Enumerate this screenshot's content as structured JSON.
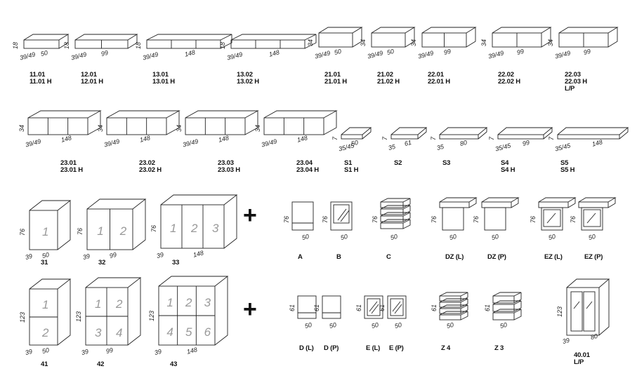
{
  "row1": [
    {
      "id": "m-11-01",
      "codes": [
        "11.01",
        "11.01 H"
      ],
      "h": "18",
      "d": "39/49",
      "w": "50"
    },
    {
      "id": "m-12-01",
      "codes": [
        "12.01",
        "12.01 H"
      ],
      "h": "18",
      "d": "39/49",
      "w": "99"
    },
    {
      "id": "m-13-01",
      "codes": [
        "13.01",
        "13.01 H"
      ],
      "h": "18",
      "d": "39/49",
      "w": "148"
    },
    {
      "id": "m-13-02",
      "codes": [
        "13.02",
        "13.02 H"
      ],
      "h": "18",
      "d": "39/49",
      "w": "148"
    },
    {
      "id": "m-21-01",
      "codes": [
        "21.01",
        "21.01 H"
      ],
      "h": "34",
      "d": "39/49",
      "w": "50"
    },
    {
      "id": "m-21-02",
      "codes": [
        "21.02",
        "21.02 H"
      ],
      "h": "34",
      "d": "39/49",
      "w": "50"
    },
    {
      "id": "m-22-01",
      "codes": [
        "22.01",
        "22.01 H"
      ],
      "h": "34",
      "d": "39/49",
      "w": "99"
    },
    {
      "id": "m-22-02",
      "codes": [
        "22.02",
        "22.02 H"
      ],
      "h": "34",
      "d": "39/49",
      "w": "99"
    },
    {
      "id": "m-22-03",
      "codes": [
        "22.03",
        "22.03 H",
        "L/P"
      ],
      "h": "34",
      "d": "39/49",
      "w": "99"
    }
  ],
  "row2": [
    {
      "id": "m-23-01",
      "codes": [
        "23.01",
        "23.01 H"
      ],
      "h": "34",
      "d": "39/49",
      "w": "148"
    },
    {
      "id": "m-23-02",
      "codes": [
        "23.02",
        "23.02 H"
      ],
      "h": "34",
      "d": "39/49",
      "w": "148"
    },
    {
      "id": "m-23-03",
      "codes": [
        "23.03",
        "23.03 H"
      ],
      "h": "34",
      "d": "39/49",
      "w": "148"
    },
    {
      "id": "m-23-04",
      "codes": [
        "23.04",
        "23.04 H"
      ],
      "h": "34",
      "d": "39/49",
      "w": "148"
    },
    {
      "id": "s-1",
      "codes": [
        "S1",
        "S1 H"
      ],
      "h": "7",
      "d": "35/45",
      "w": "50"
    },
    {
      "id": "s-2",
      "codes": [
        "S2"
      ],
      "h": "7",
      "d": "35",
      "w": "61"
    },
    {
      "id": "s-3",
      "codes": [
        "S3"
      ],
      "h": "7",
      "d": "35",
      "w": "80"
    },
    {
      "id": "s-4",
      "codes": [
        "S4",
        "S4 H"
      ],
      "h": "7",
      "d": "35/45",
      "w": "99"
    },
    {
      "id": "s-5",
      "codes": [
        "S5",
        "S5 H"
      ],
      "h": "7",
      "d": "35/45",
      "w": "148"
    }
  ],
  "row3_units": [
    {
      "id": "u-31",
      "code": "31",
      "h": "76",
      "d": "39",
      "w": "50",
      "cells": [
        "1"
      ]
    },
    {
      "id": "u-32",
      "code": "32",
      "h": "76",
      "d": "39",
      "w": "99",
      "cells": [
        "1",
        "2"
      ]
    },
    {
      "id": "u-33",
      "code": "33",
      "h": "76",
      "d": "39",
      "w": "148",
      "cells": [
        "1",
        "2",
        "3"
      ]
    }
  ],
  "row3_fronts": [
    {
      "id": "f-a",
      "code": "A",
      "h": "76",
      "w": "50"
    },
    {
      "id": "f-b",
      "code": "B",
      "h": "76",
      "w": "50"
    },
    {
      "id": "f-c",
      "code": "C",
      "h": "76",
      "w": "50"
    },
    {
      "id": "f-dz-l",
      "code": "DZ (L)",
      "h": "76",
      "w": "50"
    },
    {
      "id": "f-dz-p",
      "code": "DZ (P)",
      "h": "76",
      "w": "50"
    },
    {
      "id": "f-ez-l",
      "code": "EZ (L)",
      "h": "76",
      "w": "50"
    },
    {
      "id": "f-ez-p",
      "code": "EZ (P)",
      "h": "76",
      "w": "50"
    }
  ],
  "row4_units": [
    {
      "id": "u-41",
      "code": "41",
      "h": "123",
      "d": "39",
      "w": "50",
      "cells": [
        "1",
        "2"
      ]
    },
    {
      "id": "u-42",
      "code": "42",
      "h": "123",
      "d": "39",
      "w": "99",
      "cells": [
        "1",
        "2",
        "3",
        "4"
      ]
    },
    {
      "id": "u-43",
      "code": "43",
      "h": "123",
      "d": "39",
      "w": "148",
      "cells": [
        "1",
        "2",
        "3",
        "4",
        "5",
        "6"
      ]
    }
  ],
  "row4_fronts": [
    {
      "id": "f-d-l",
      "code": "D (L)",
      "h": "61",
      "w": "50"
    },
    {
      "id": "f-d-p",
      "code": "D (P)",
      "h": "61",
      "w": "50"
    },
    {
      "id": "f-e-l",
      "code": "E (L)",
      "h": "61",
      "w": "50"
    },
    {
      "id": "f-e-p",
      "code": "E (P)",
      "h": "61",
      "w": "50"
    },
    {
      "id": "f-z4",
      "code": "Z 4",
      "h": "61",
      "w": "50"
    },
    {
      "id": "f-z3",
      "code": "Z 3",
      "h": "61",
      "w": "50"
    },
    {
      "id": "u-40-01",
      "codes": [
        "40.01",
        "L/P"
      ],
      "h": "123",
      "d": "39",
      "w": "80"
    }
  ],
  "plus": "+"
}
